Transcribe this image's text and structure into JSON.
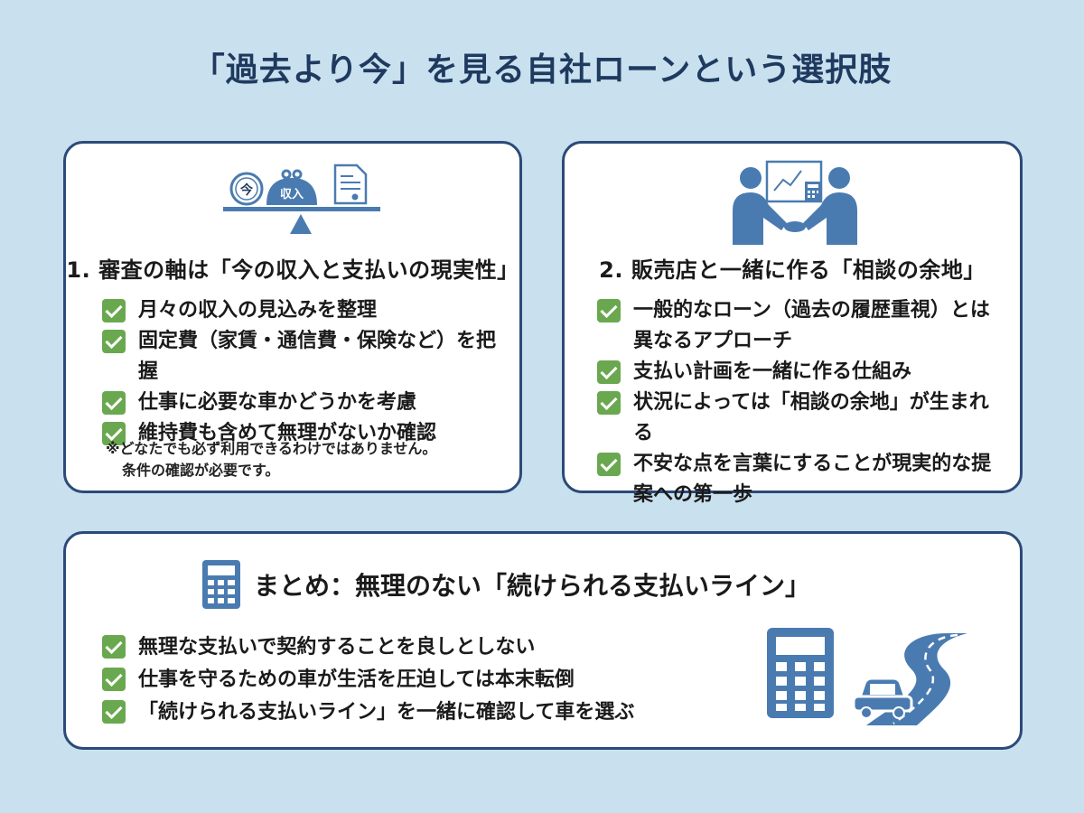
{
  "main_title": "「過去より今」を見る自社ローンという選択肢",
  "card1": {
    "illus_labels": {
      "clock": "今",
      "purse": "収入"
    },
    "title": "1. 審査の軸は「今の収入と支払いの現実性」",
    "items": [
      "月々の収入の見込みを整理",
      "固定費（家賃・通信費・保険など）を把握",
      "仕事に必要な車かどうかを考慮",
      "維持費も含めて無理がないか確認"
    ],
    "note_line1": "※どなたでも必ず利用できるわけではありません。",
    "note_line2": "条件の確認が必要です。"
  },
  "card2": {
    "title": "2. 販売店と一緒に作る「相談の余地」",
    "items": [
      "一般的なローン（過去の履歴重視）とは異なるアプローチ",
      "支払い計画を一緒に作る仕組み",
      "状況によっては「相談の余地」が生まれる",
      "不安な点を言葉にすることが現実的な提案への第一歩"
    ]
  },
  "card3": {
    "title": "まとめ：無理のない「続けられる支払いライン」",
    "items": [
      "無理な支払いで契約することを良しとしない",
      "仕事を守るための車が生活を圧迫しては本末転倒",
      "「続けられる支払いライン」を一緒に確認して車を選ぶ"
    ]
  },
  "colors": {
    "background": "#c9e0ef",
    "card_border": "#2c4a78",
    "icon_blue": "#4a7bb0",
    "check_green": "#6aa84f",
    "title_navy": "#1f3a5f"
  },
  "icons": [
    "scale-icon",
    "clock-icon",
    "purse-icon",
    "document-icon",
    "handshake-icon",
    "whiteboard-icon",
    "calculator-icon",
    "car-icon",
    "road-icon",
    "check-icon"
  ]
}
